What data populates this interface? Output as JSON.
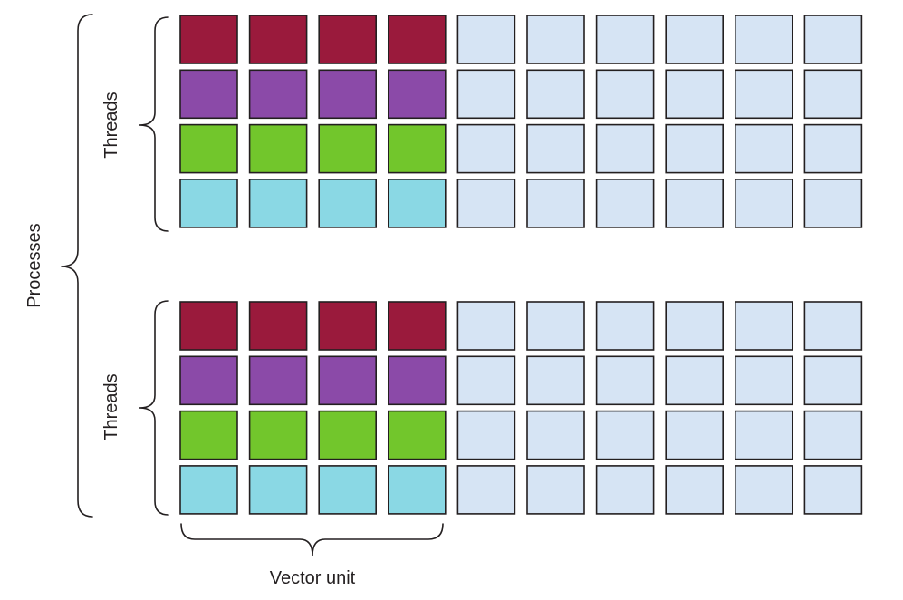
{
  "labels": {
    "processes": "Processes",
    "threads_top": "Threads",
    "threads_bottom": "Threads",
    "vector_unit": "Vector unit"
  },
  "grid": {
    "process_groups": 2,
    "threads_per_process": 4,
    "columns_per_row": 10,
    "vector_unit_columns": 4
  },
  "colors": {
    "thread_colors": [
      "#9a1a3c",
      "#8b4aa8",
      "#72c62c",
      "#8ad8e4"
    ],
    "empty_cell": "#d6e4f4",
    "stroke": "#231f20"
  }
}
